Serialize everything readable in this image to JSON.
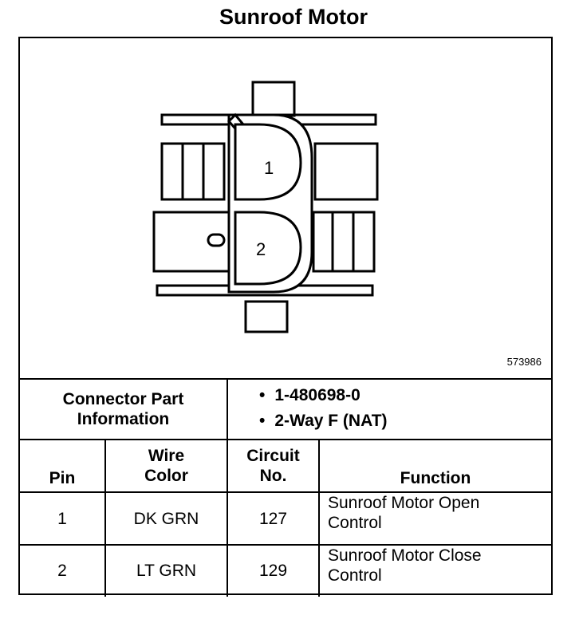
{
  "title": "Sunroof Motor",
  "diagram": {
    "code": "573986",
    "pin_labels": [
      "1",
      "2"
    ]
  },
  "connector_info": {
    "label_line1": "Connector Part",
    "label_line2": "Information",
    "items": [
      "1-480698-0",
      "2-Way F (NAT)"
    ]
  },
  "table": {
    "headers": {
      "pin": "Pin",
      "wire_line1": "Wire",
      "wire_line2": "Color",
      "circuit_line1": "Circuit",
      "circuit_line2": "No.",
      "function": "Function"
    },
    "rows": [
      {
        "pin": "1",
        "wire": "DK GRN",
        "circuit": "127",
        "function_line1": "Sunroof Motor Open",
        "function_line2": "Control"
      },
      {
        "pin": "2",
        "wire": "LT GRN",
        "circuit": "129",
        "function_line1": "Sunroof Motor Close",
        "function_line2": "Control"
      }
    ]
  }
}
